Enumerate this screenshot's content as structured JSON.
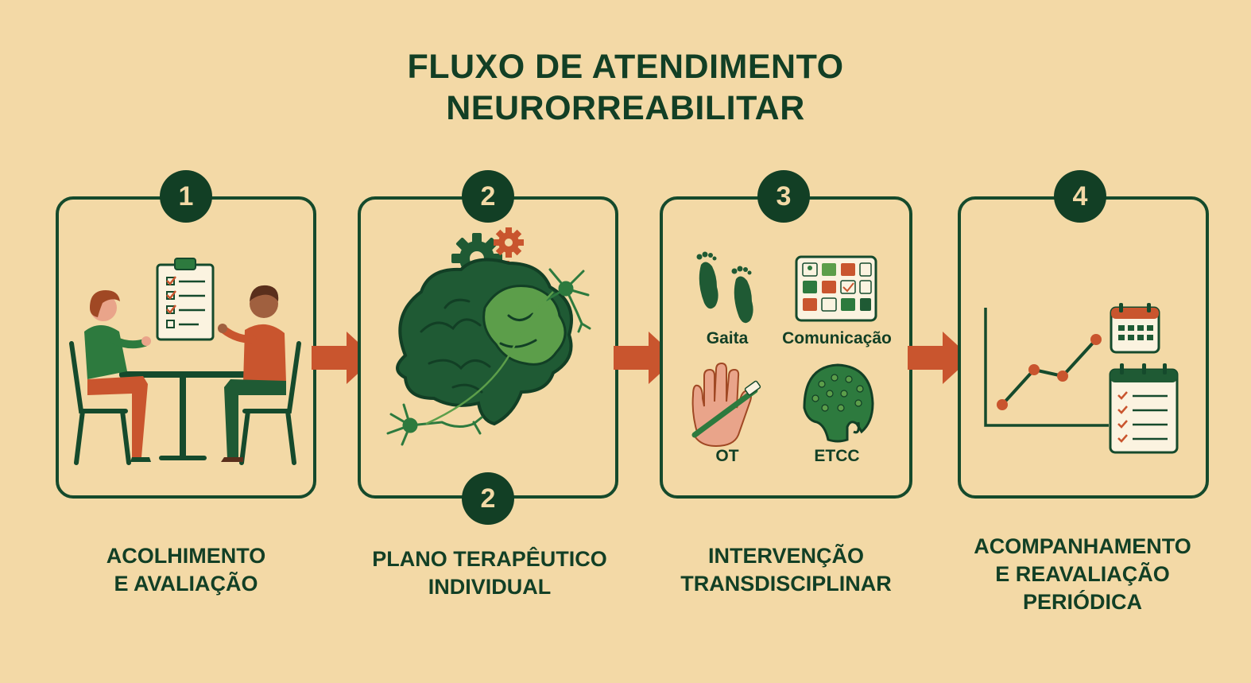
{
  "title": {
    "line1": "FLUXO DE ATENDIMENTO",
    "line2": "NEURORREABILITAR"
  },
  "steps": [
    {
      "number": "1",
      "label_line1": "ACOLHIMENTO",
      "label_line2": "E AVALIAÇÃO"
    },
    {
      "number": "2",
      "number_bottom": "2",
      "label_line1": "PLANO TERAPÊUTICO",
      "label_line2": "INDIVIDUAL"
    },
    {
      "number": "3",
      "label_line1": "INTERVENÇÃO",
      "label_line2": "TRANSDISCIPLINAR",
      "items": [
        "Gaita",
        "Comunicação",
        "OT",
        "ETCC"
      ]
    },
    {
      "number": "4",
      "label_line1": "ACOMPANHAMENTO",
      "label_line2": "E REAVALIAÇÃO",
      "label_line3": "PERIÓDICA"
    }
  ],
  "colors": {
    "background": "#f3d9a6",
    "dark_green": "#123f25",
    "mid_green": "#2d7a3e",
    "light_green": "#5c9e4a",
    "accent_orange": "#c9552e",
    "skin": "#e9a48a"
  }
}
